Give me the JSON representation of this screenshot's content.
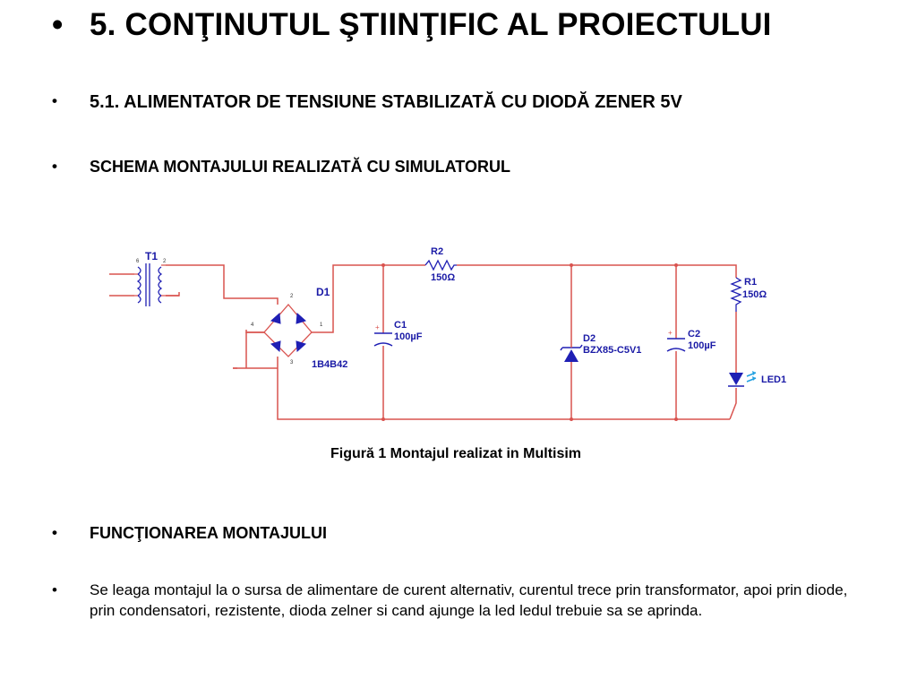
{
  "headings": {
    "h1": "5. CONŢINUTUL ŞTIINŢIFIC AL PROIECTULUI",
    "h2": "5.1. ALIMENTATOR DE TENSIUNE STABILIZATĂ CU DIODĂ ZENER 5V",
    "h3": "SCHEMA MONTAJULUI REALIZATĂ CU SIMULATORUL",
    "h4": "FUNCŢIONAREA MONTAJULUI"
  },
  "bullet_glyph": "•",
  "paragraph": "Se leaga montajul la o sursa de alimentare de  curent alternativ, curentul trece prin transformator, apoi prin diode, prin condensatori, rezistente, dioda zelner si cand ajunge la led ledul trebuie sa se aprinda.",
  "figure_caption": "Figură 1 Montajul realizat in Multisim",
  "circuit": {
    "T1": "T1",
    "D1": "D1",
    "bridge": "1B4B42",
    "R2": "R2",
    "R2_value": "150Ω",
    "C1": "C1",
    "C1_value": "100µF",
    "D2": "D2",
    "D2_value": "BZX85-C5V1",
    "C2": "C2",
    "C2_value": "100µF",
    "R1": "R1",
    "R1_value": "150Ω",
    "LED1": "LED1",
    "pins": {
      "p1": "1",
      "p2": "2",
      "p3": "3",
      "p4": "4"
    },
    "colors": {
      "wire": "#d9534f",
      "component": "#1f1fb4",
      "label": "#1a1aa6"
    }
  }
}
